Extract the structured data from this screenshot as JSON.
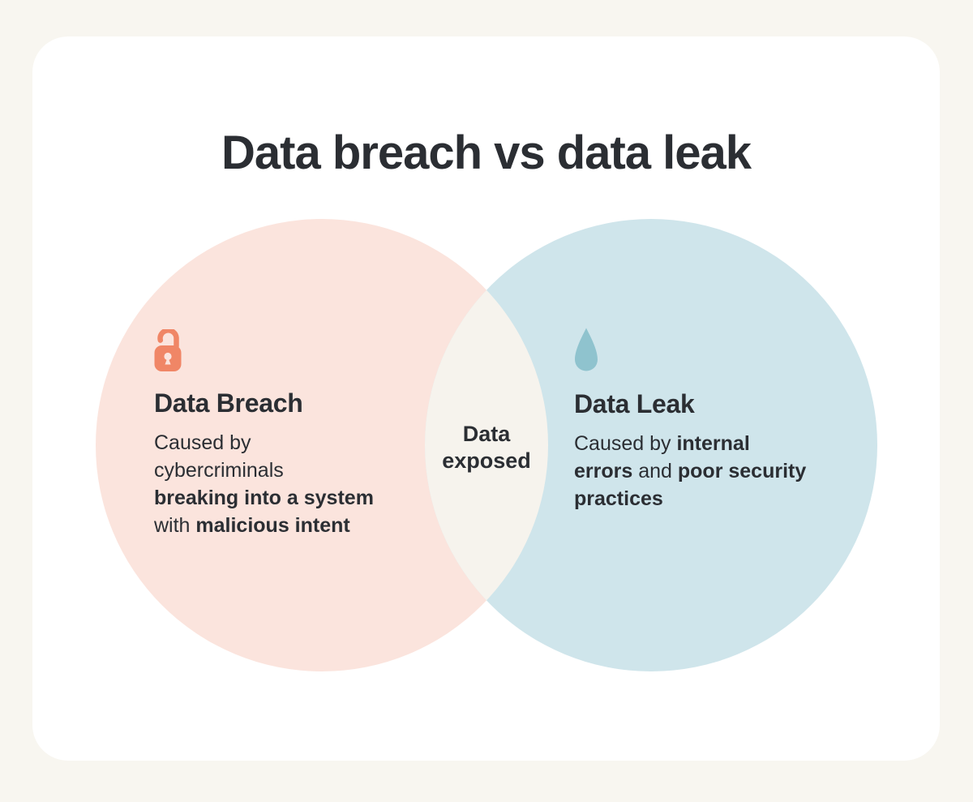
{
  "page": {
    "title": "Data breach vs data leak"
  },
  "colors": {
    "background": "#F8F6F0",
    "card": "#FFFFFF",
    "breach_circle": "#FBE4DD",
    "leak_circle": "#CFE5EB",
    "overlap": "#F6F3ED",
    "breach_icon": "#F08666",
    "leak_icon": "#8FC3CE",
    "text": "#2B2E33"
  },
  "venn": {
    "breach": {
      "icon": "open-padlock-icon",
      "heading": "Data Breach",
      "lines": {
        "l0": {
          "s0": "Caused by"
        },
        "l1": {
          "s0": "cybercriminals"
        },
        "l2": {
          "s0": "breaking into a system"
        },
        "l3": {
          "s0": "with ",
          "s1": "malicious intent"
        }
      }
    },
    "overlap": {
      "line1": "Data",
      "line2": "exposed"
    },
    "leak": {
      "icon": "water-drop-icon",
      "heading": "Data Leak",
      "lines": {
        "l0": {
          "s0": "Caused by ",
          "s1": "internal"
        },
        "l1": {
          "s0": "errors",
          "s1": " and ",
          "s2": "poor security"
        },
        "l2": {
          "s0": "practices"
        }
      }
    }
  }
}
